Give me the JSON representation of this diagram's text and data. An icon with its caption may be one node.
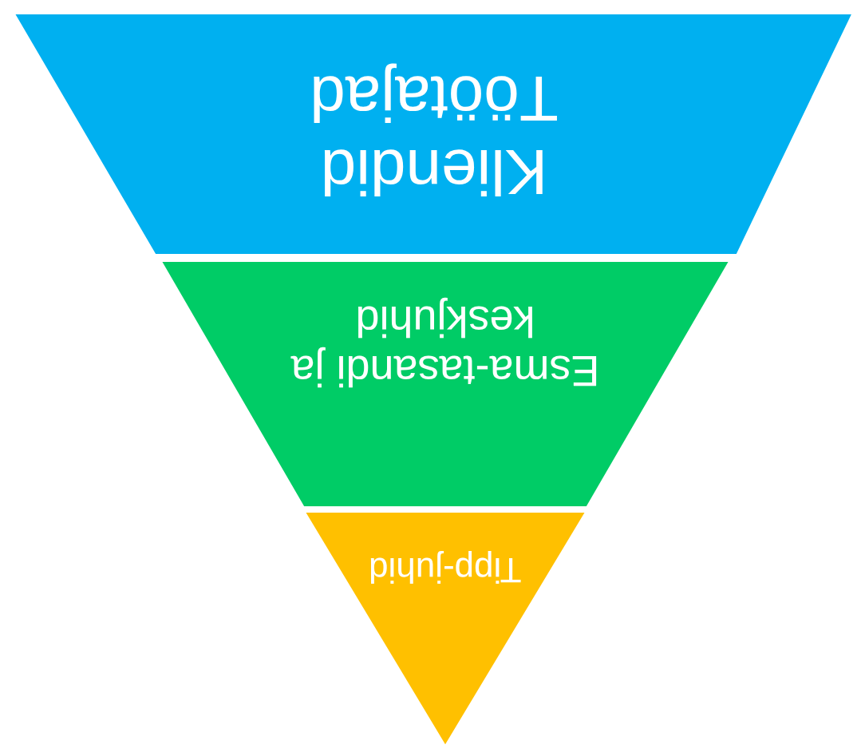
{
  "diagram": {
    "nodes": [
      {
        "text": [
          "Kliendid Töötajad"
        ]
      },
      {
        "text": [
          "Esma-tasandi ja keskjuhid"
        ]
      },
      {
        "text": [
          "Tipp-juhid"
        ]
      }
    ]
  }
}
